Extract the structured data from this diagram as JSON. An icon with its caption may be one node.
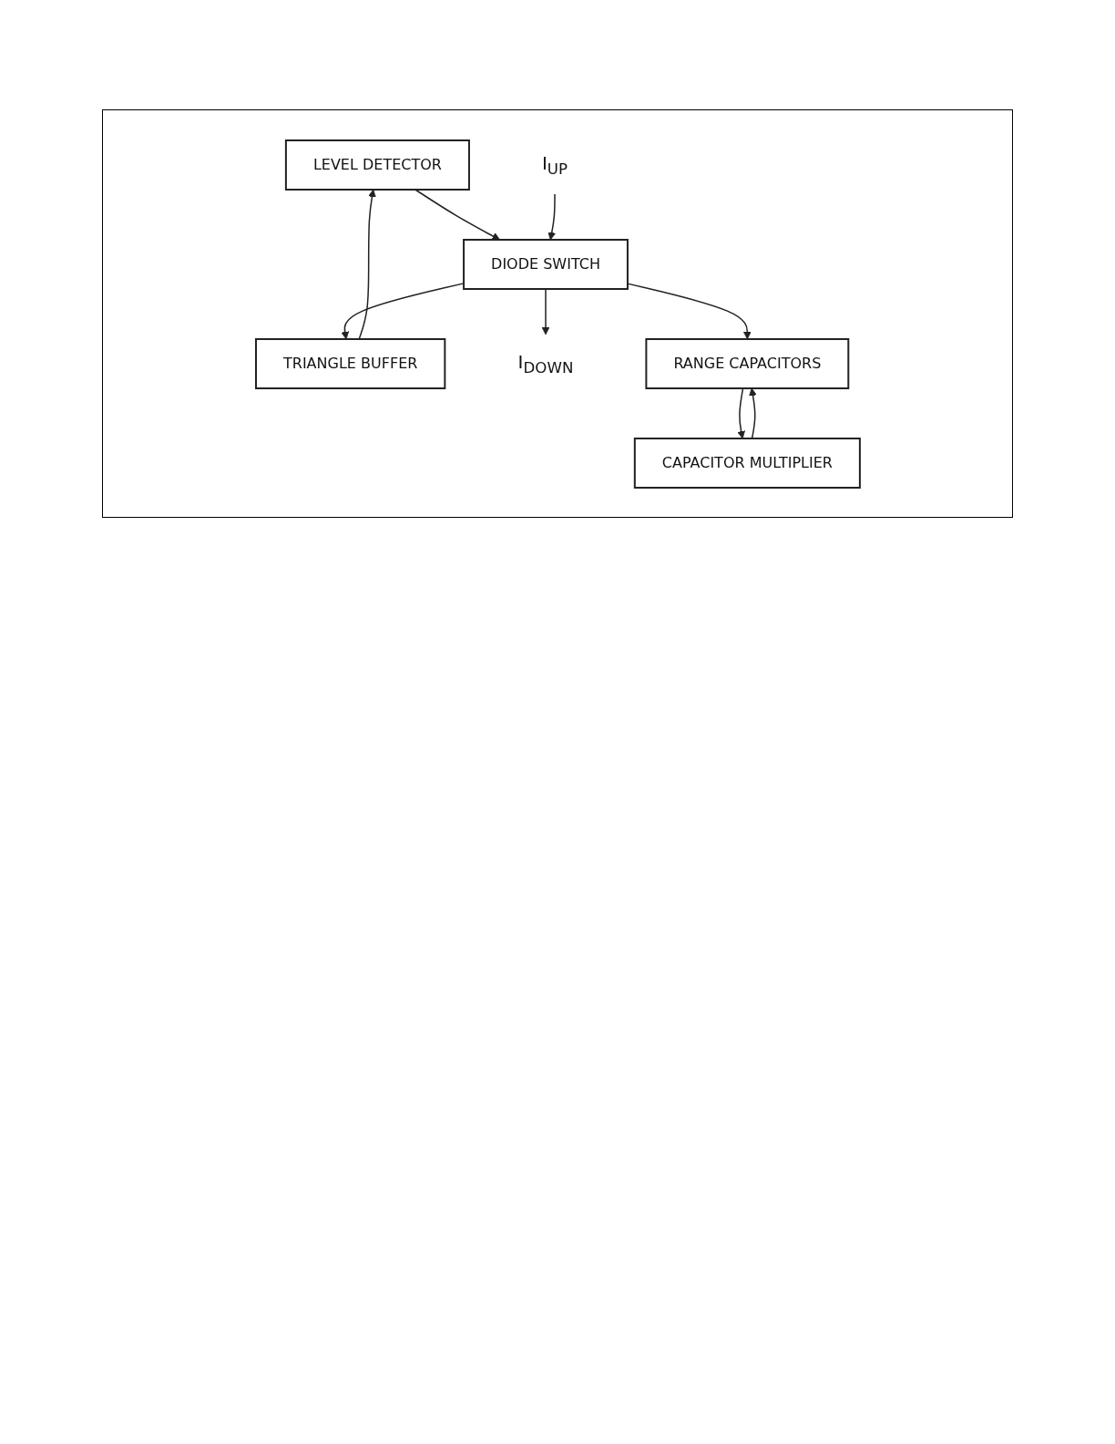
{
  "diagram": {
    "nodes": [
      {
        "text": [
          "LEVEL DETECTOR"
        ]
      },
      {
        "text": [
          "I$_{UP}$"
        ]
      },
      {
        "text": [
          "DIODE SWITCH"
        ]
      },
      {
        "text": [
          "TRIANGLE BUFFER"
        ]
      },
      {
        "text": [
          "I$_{DOWN}$"
        ]
      },
      {
        "text": [
          "RANGE CAPACITORS"
        ]
      },
      {
        "text": [
          "CAPACITOR MULTIPLIER"
        ]
      }
    ],
    "edges": [
      {
        "from": 0,
        "to": 2,
        "arrow": "to"
      },
      {
        "from": 1,
        "to": 2,
        "arrow": "to"
      },
      {
        "from": 2,
        "to": 3,
        "arrow": "to"
      },
      {
        "from": 3,
        "to": 0,
        "arrow": "to"
      },
      {
        "from": 2,
        "to": 4,
        "arrow": "to"
      },
      {
        "from": 2,
        "to": 5,
        "arrow": "to"
      },
      {
        "from": 5,
        "to": 6,
        "arrow": "to"
      },
      {
        "from": 6,
        "to": 5,
        "arrow": "to"
      }
    ]
  }
}
